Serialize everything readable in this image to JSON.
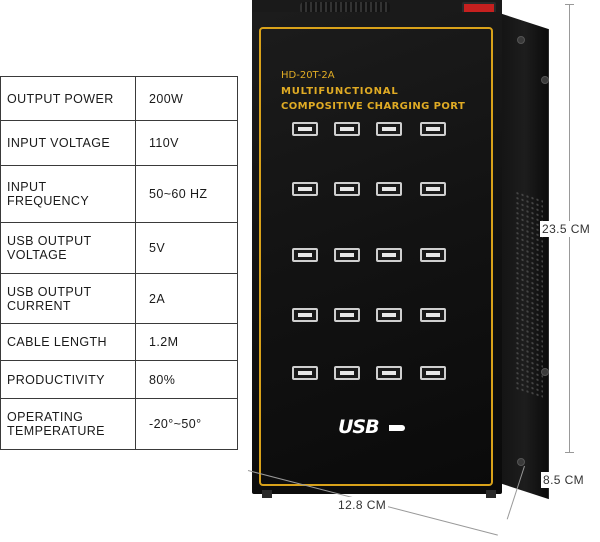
{
  "specs": [
    {
      "key": "OUTPUT POWER",
      "value": "200W"
    },
    {
      "key": "INPUT VOLTAGE",
      "value": "110V"
    },
    {
      "key": "INPUT FREQUENCY",
      "key_lines": [
        "INPUT",
        "FREQUENCY"
      ],
      "value": "50~60 HZ"
    },
    {
      "key": "USB OUTPUT VOLTAGE",
      "key_lines": [
        "USB OUTPUT",
        "VOLTAGE"
      ],
      "value": "5V"
    },
    {
      "key": "USB OUTPUT CURRENT",
      "key_lines": [
        "USB OUTPUT",
        "CURRENT"
      ],
      "value": "2A"
    },
    {
      "key": "CABLE LENGTH",
      "value": "1.2M"
    },
    {
      "key": "PRODUCTIVITY",
      "value": "80%"
    },
    {
      "key": "OPERATING TEMPERATURE",
      "key_lines": [
        "OPERATING",
        "TEMPERATURE"
      ],
      "value": "-20°~50°"
    }
  ],
  "device": {
    "model": "HD-20T-2A",
    "title_line1": "MULTIFUNCTIONAL",
    "title_line2": "COMPOSITIVE CHARGING PORT",
    "logo_text": "USB",
    "port_rows": 5,
    "port_cols": 4,
    "accent_color": "#d9a21a",
    "switch_color": "#c6201f"
  },
  "dimensions": {
    "height": "23.5 CM",
    "width": "12.8 CM",
    "depth": "8.5 CM"
  }
}
